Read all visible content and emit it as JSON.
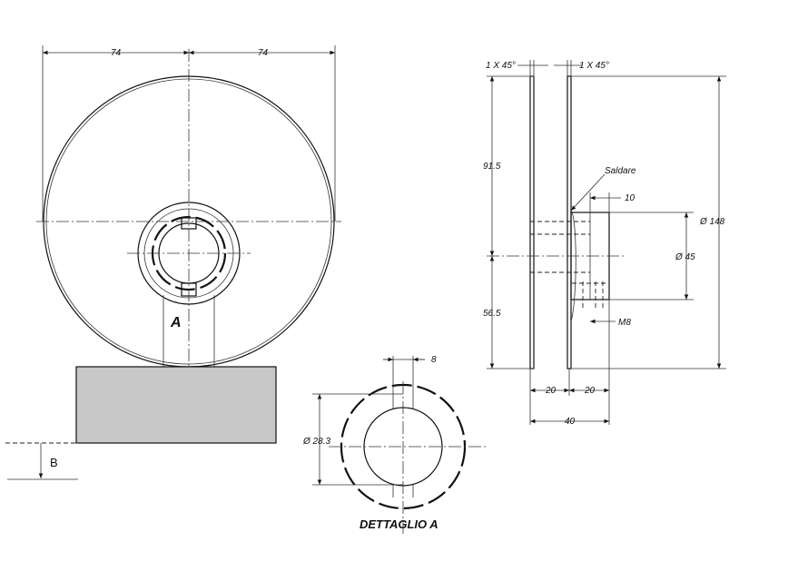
{
  "front_view": {
    "dim_left_half": "74",
    "dim_right_half": "74",
    "detail_callout": "A",
    "section_label": "B",
    "base_color": "#c8c8c8"
  },
  "detail_view": {
    "title": "DETTAGLIO A",
    "dim_keyway_width": "8",
    "dim_diameter": "Ø 28.3"
  },
  "side_view": {
    "dim_chamfer_left": "1 X 45°",
    "dim_chamfer_right": "1 X 45°",
    "dim_upper_height": "91.5",
    "dim_lower_height": "56.5",
    "weld_note": "Saldare",
    "dim_hub_length": "10",
    "dim_outer_diameter": "Ø 148",
    "dim_hub_diameter": "Ø 45",
    "thread_label": "M8",
    "dim_left_width": "20",
    "dim_right_width": "20",
    "dim_total_width": "40"
  }
}
